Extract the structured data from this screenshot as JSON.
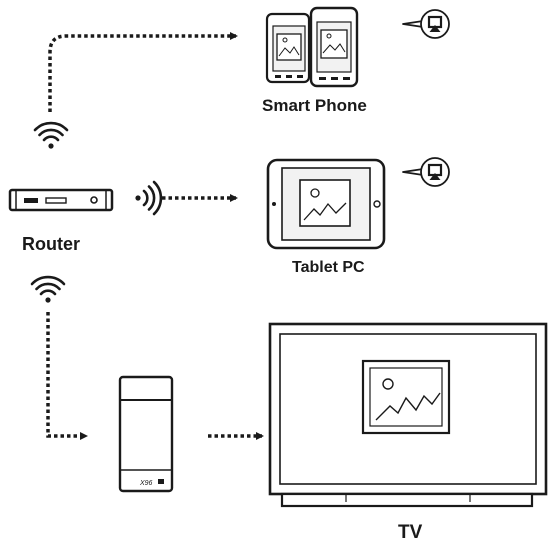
{
  "labels": {
    "smart_phone": "Smart Phone",
    "router": "Router",
    "tablet_pc": "Tablet PC",
    "tv": "TV"
  },
  "dongle": {
    "brand": "X96"
  },
  "icons": {
    "wifi": "wifi-signal-icon",
    "airplay": "airplay-icon",
    "picture": "landscape-picture-icon"
  },
  "colors": {
    "line": "#1a1a1a",
    "fill": "#ffffff",
    "screen_fill": "#f2f2f2"
  }
}
